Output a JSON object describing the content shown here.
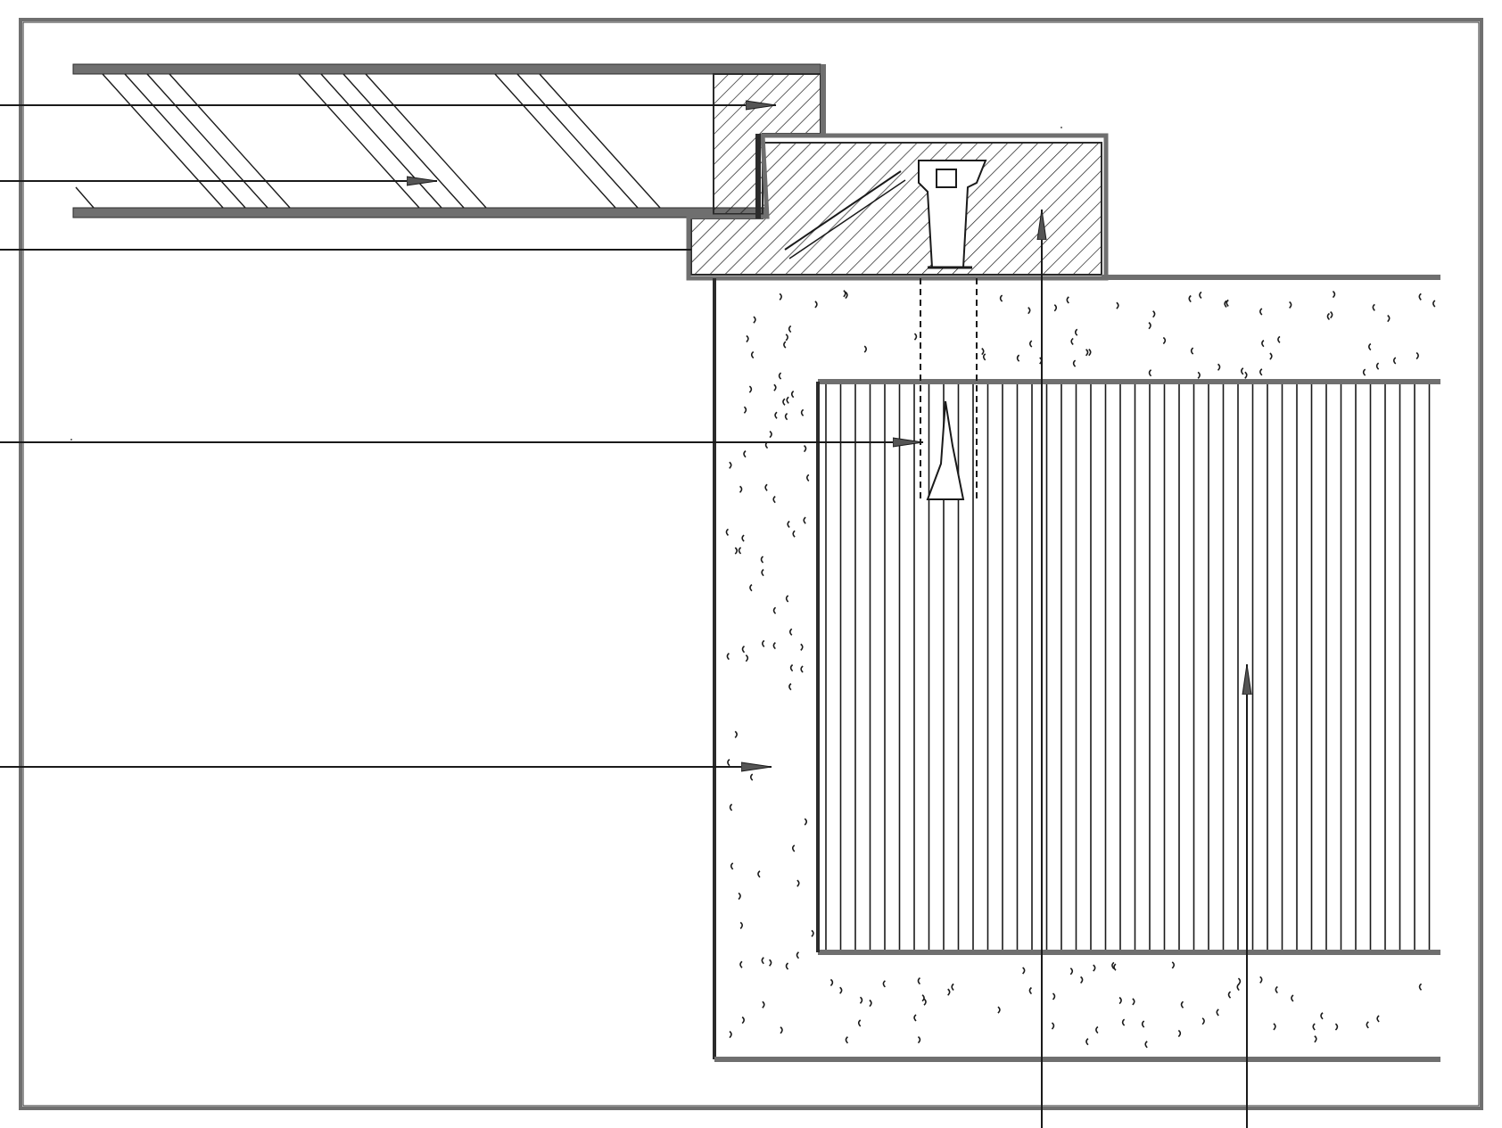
{
  "colors": {
    "ink": "#1a1a1a",
    "wall": "#6f6f6f",
    "wall_edge": "#2b2b2b",
    "paper": "#ffffff"
  },
  "leaders": {
    "count_left": 5,
    "count_bottom": 2
  },
  "hatching": {
    "block_pattern": "diagonal-hatch",
    "insulation_pattern": "speckle",
    "core_pattern": "vertical-lines"
  }
}
